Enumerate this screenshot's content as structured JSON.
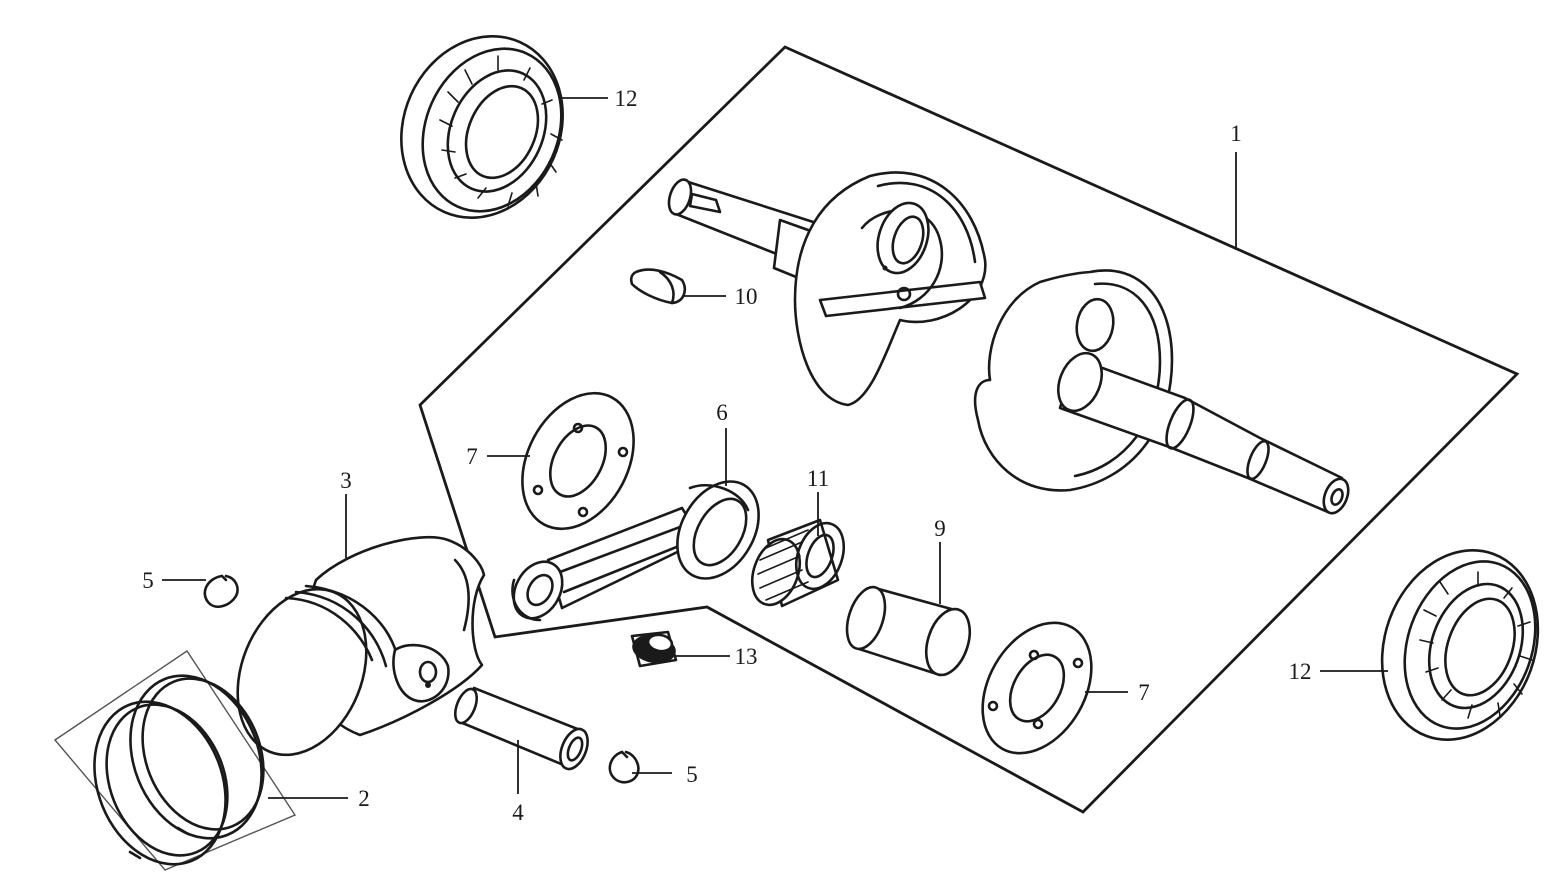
{
  "callouts": {
    "c1": "1",
    "c2": "2",
    "c3": "3",
    "c4": "4",
    "c5a": "5",
    "c5b": "5",
    "c6": "6",
    "c7a": "7",
    "c7b": "7",
    "c9": "9",
    "c10": "10",
    "c11": "11",
    "c12a": "12",
    "c12b": "12",
    "c13": "13"
  }
}
